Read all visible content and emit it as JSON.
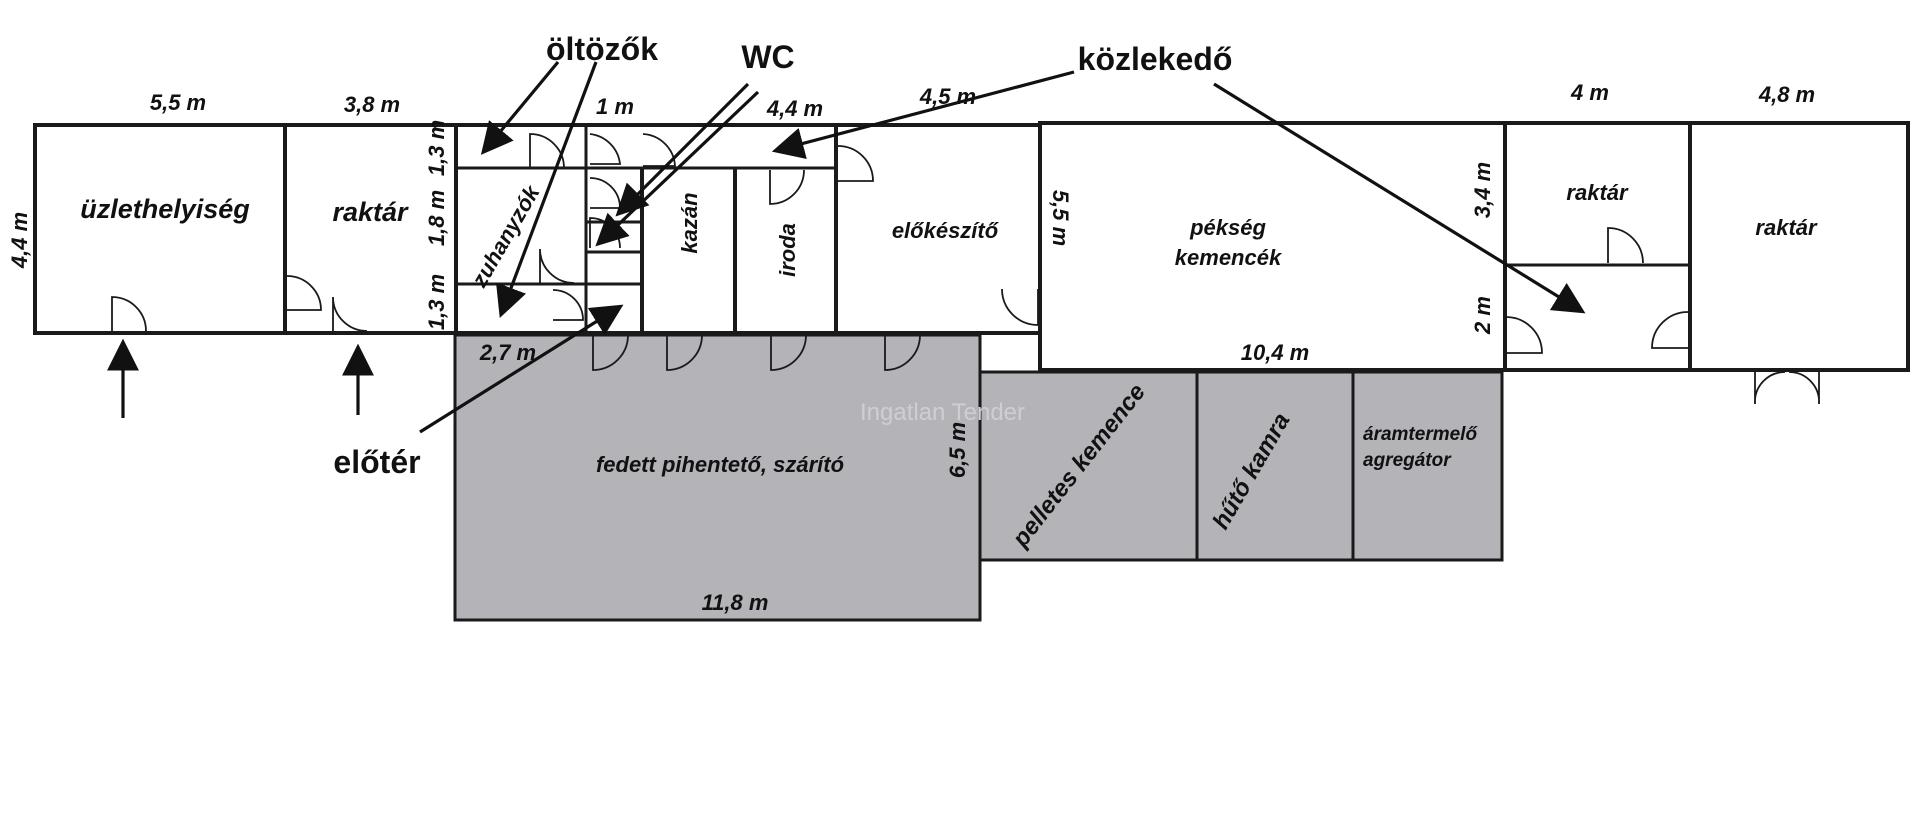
{
  "rooms": {
    "shop": "üzlethelyiség",
    "storage1": "raktár",
    "showers": "zuhanyzók",
    "boiler": "kazán",
    "office": "iroda",
    "prep": "előkészítő",
    "bakery_line1": "pékség",
    "bakery_line2": "kemencék",
    "storage2": "raktár",
    "storage3": "raktár",
    "covered": "fedett pihentető, szárító",
    "pellet": "pelletes kemence",
    "cold": "hűtő kamra",
    "gen_line1": "áramtermelő",
    "gen_line2": "agregátor"
  },
  "callouts": {
    "changing": "öltözők",
    "wc": "WC",
    "corridor": "közlekedő",
    "hall": "előtér"
  },
  "dimensions": {
    "d_shop_w": "5,5 m",
    "d_store_w": "3,8 m",
    "d_wc_w": "1 m",
    "d_corr_w": "4,4 m",
    "d_prep_w": "4,5 m",
    "d_r1_w": "4 m",
    "d_r2_w": "4,8 m",
    "d_shop_h": "4,4 m",
    "d_13a": "1,3 m",
    "d_18": "1,8 m",
    "d_13b": "1,3 m",
    "d_27": "2,7 m",
    "d_55": "5,5 m",
    "d_34": "3,4 m",
    "d_2": "2 m",
    "d_104": "10,4 m",
    "d_65": "6,5 m",
    "d_118": "11,8 m"
  },
  "watermark": "Ingatlan Tender"
}
